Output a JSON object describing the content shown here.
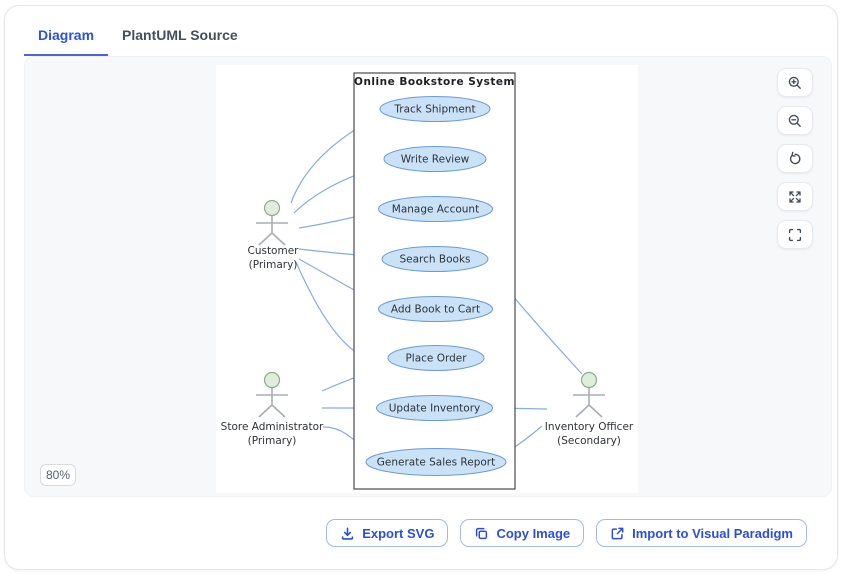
{
  "tabs": {
    "diagram": "Diagram",
    "plantuml_source": "PlantUML Source"
  },
  "zoom_controls": {
    "icons": [
      "zoom-in-icon",
      "zoom-out-icon",
      "reset-view-icon",
      "expand-icon",
      "fullscreen-icon"
    ]
  },
  "zoom_level": "80%",
  "actions": {
    "export_svg": "Export SVG",
    "copy_image": "Copy Image",
    "import_vp": "Import to Visual Paradigm",
    "icons": [
      "download-icon",
      "copy-icon",
      "external-link-icon"
    ]
  },
  "diagram": {
    "system_title": "Online Bookstore System",
    "use_cases": [
      "Track Shipment",
      "Write Review",
      "Manage Account",
      "Search Books",
      "Add Book to Cart",
      "Place Order",
      "Update Inventory",
      "Generate Sales Report"
    ],
    "actors": [
      {
        "name": "Customer",
        "role": "(Primary)"
      },
      {
        "name": "Store Administrator",
        "role": "(Primary)"
      },
      {
        "name": "Inventory Officer",
        "role": "(Secondary)"
      }
    ],
    "associations": [
      [
        "Customer",
        "Track Shipment"
      ],
      [
        "Customer",
        "Write Review"
      ],
      [
        "Customer",
        "Manage Account"
      ],
      [
        "Customer",
        "Search Books"
      ],
      [
        "Customer",
        "Add Book to Cart"
      ],
      [
        "Customer",
        "Place Order"
      ],
      [
        "Store Administrator",
        "Place Order"
      ],
      [
        "Store Administrator",
        "Update Inventory"
      ],
      [
        "Store Administrator",
        "Generate Sales Report"
      ],
      [
        "Search Books",
        "Inventory Officer"
      ],
      [
        "Update Inventory",
        "Inventory Officer"
      ],
      [
        "Generate Sales Report",
        "Inventory Officer"
      ]
    ],
    "colors": {
      "usecase_fill": "#c9e2f8",
      "usecase_stroke": "#6b9bd2",
      "edge": "#85ade0",
      "actor_head_fill": "#ddefd8",
      "accent": "#2b4fdc"
    }
  }
}
